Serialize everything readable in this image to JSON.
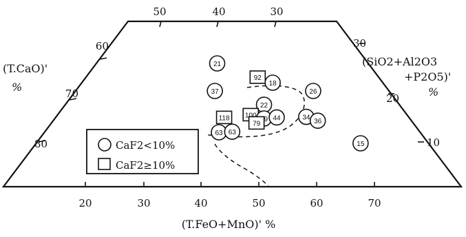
{
  "chart_data": {
    "type": "scatter",
    "axes": {
      "bottom": {
        "label": "(T.FeO+MnO)' %",
        "ticks": [
          "20",
          "30",
          "40",
          "50",
          "60",
          "70"
        ]
      },
      "top": {
        "ticks": [
          "50",
          "40",
          "30"
        ]
      },
      "left": {
        "label_line1": "(T.CaO)'",
        "label_line2": "%",
        "ticks": [
          "60",
          "70",
          "80"
        ]
      },
      "right": {
        "label_line1": "(SiO2+Al2O3",
        "label_line2": "+P2O5)'",
        "label_line3": "%",
        "ticks": [
          "30",
          "20",
          "10"
        ]
      }
    },
    "points": [
      {
        "id": "21",
        "marker": "circle",
        "x": 42.8,
        "y": 13.0
      },
      {
        "id": "37",
        "marker": "circle",
        "x": 42.4,
        "y": 8.0
      },
      {
        "id": "92",
        "marker": "square",
        "x": 49.8,
        "y": 10.5
      },
      {
        "id": "18",
        "marker": "circle",
        "x": 52.4,
        "y": 9.5
      },
      {
        "id": "26",
        "marker": "circle",
        "x": 59.4,
        "y": 8.0
      },
      {
        "id": "22",
        "marker": "circle",
        "x": 50.9,
        "y": 5.5
      },
      {
        "id": "100",
        "marker": "square",
        "x": 48.6,
        "y": 3.7
      },
      {
        "id": "59",
        "marker": "circle",
        "x": 50.9,
        "y": 3.0
      },
      {
        "id": "44",
        "marker": "circle",
        "x": 53.1,
        "y": 3.2
      },
      {
        "id": "118",
        "marker": "square",
        "x": 44.0,
        "y": 3.2
      },
      {
        "id": "79",
        "marker": "square",
        "x": 49.6,
        "y": 2.2
      },
      {
        "id": "34",
        "marker": "circle",
        "x": 58.2,
        "y": 3.3
      },
      {
        "id": "36",
        "marker": "circle",
        "x": 60.2,
        "y": 2.6
      },
      {
        "id": "63",
        "marker": "circle",
        "x": 43.1,
        "y": 0.5
      },
      {
        "id": "63",
        "marker": "circle",
        "x": 45.4,
        "y": 0.6
      },
      {
        "id": "15",
        "marker": "circle",
        "x": 67.6,
        "y": -1.5
      }
    ],
    "legend": [
      {
        "marker": "circle",
        "label": "CaF2<10%"
      },
      {
        "marker": "square",
        "label": "CaF2≥10%"
      }
    ],
    "grid": false,
    "dashed_boundary": true
  }
}
